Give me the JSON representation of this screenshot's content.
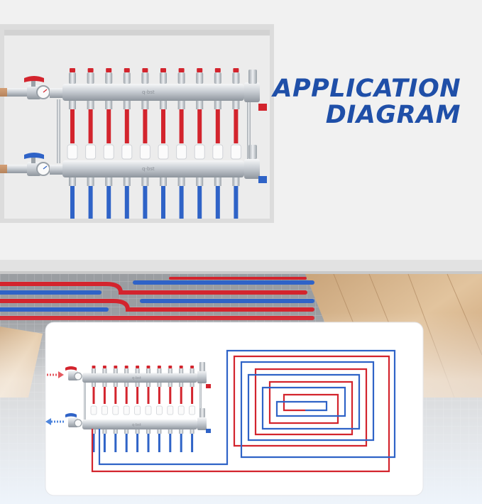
{
  "heading": {
    "line1": "APPLICATION",
    "line2": "DIAGRAM",
    "color": "#1f4fa8"
  },
  "manifold": {
    "brand_label": "q-bst",
    "loop_count": 10,
    "supply_color": "#d3242d",
    "return_color": "#2f63c7"
  },
  "icons": [
    "supply-arrow-icon",
    "return-arrow-icon",
    "gauge-icon",
    "valve-handle-icon"
  ]
}
